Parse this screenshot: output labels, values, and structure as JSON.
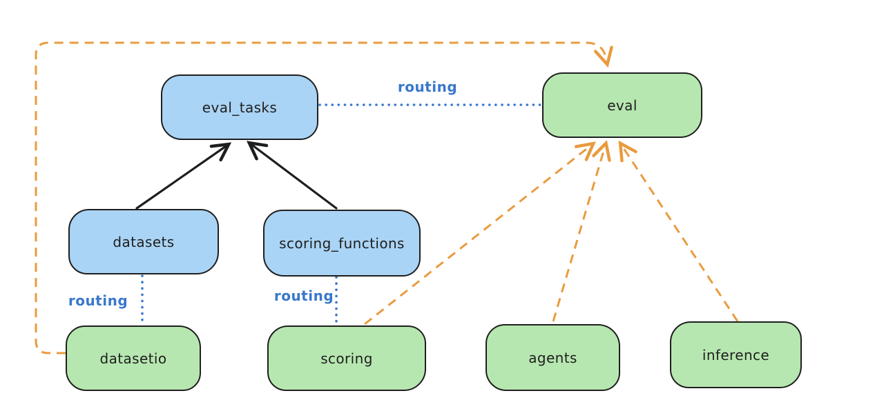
{
  "diagram": {
    "nodes": {
      "eval_tasks": {
        "label": "eval_tasks",
        "color": "blue"
      },
      "eval": {
        "label": "eval",
        "color": "green"
      },
      "datasets": {
        "label": "datasets",
        "color": "blue"
      },
      "scoring_functions": {
        "label": "scoring_functions",
        "color": "blue"
      },
      "datasetio": {
        "label": "datasetio",
        "color": "green"
      },
      "scoring": {
        "label": "scoring",
        "color": "green"
      },
      "agents": {
        "label": "agents",
        "color": "green"
      },
      "inference": {
        "label": "inference",
        "color": "green"
      }
    },
    "edges": [
      {
        "from": "datasets",
        "to": "eval_tasks",
        "style": "solid",
        "color": "black",
        "arrow": true
      },
      {
        "from": "scoring_functions",
        "to": "eval_tasks",
        "style": "solid",
        "color": "black",
        "arrow": true
      },
      {
        "from": "eval_tasks",
        "to": "eval",
        "style": "dotted",
        "color": "blue",
        "arrow": false,
        "label": "routing"
      },
      {
        "from": "datasets",
        "to": "datasetio",
        "style": "dotted",
        "color": "blue",
        "arrow": false,
        "label": "routing"
      },
      {
        "from": "scoring_functions",
        "to": "scoring",
        "style": "dotted",
        "color": "blue",
        "arrow": false,
        "label": "routing"
      },
      {
        "from": "datasetio",
        "to": "eval",
        "style": "dashed",
        "color": "orange",
        "arrow": true,
        "route": "around-left-and-top"
      },
      {
        "from": "scoring",
        "to": "eval",
        "style": "dashed",
        "color": "orange",
        "arrow": true
      },
      {
        "from": "agents",
        "to": "eval",
        "style": "dashed",
        "color": "orange",
        "arrow": true
      },
      {
        "from": "inference",
        "to": "eval",
        "style": "dashed",
        "color": "orange",
        "arrow": true
      }
    ],
    "edge_labels": {
      "eval_tasks_to_eval": "routing",
      "datasets_to_datasetio": "routing",
      "scoring_functions_to_scoring": "routing"
    },
    "colors": {
      "background": "#ffffff",
      "stroke": "#1e1e1e",
      "blue_fill": "#aad4f5",
      "green_fill": "#b7e7b0",
      "routing_blue": "#3978cc",
      "orange": "#e99b3e"
    }
  }
}
